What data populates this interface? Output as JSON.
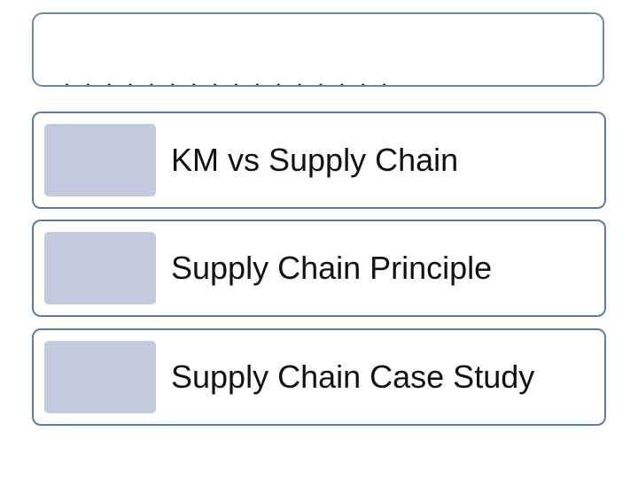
{
  "slide": {
    "title_line1": "����������������",
    "title_line2": "������������"
  },
  "items": [
    {
      "label": "KM vs Supply Chain"
    },
    {
      "label": "Supply Chain Principle"
    },
    {
      "label": "Supply Chain Case Study"
    }
  ]
}
